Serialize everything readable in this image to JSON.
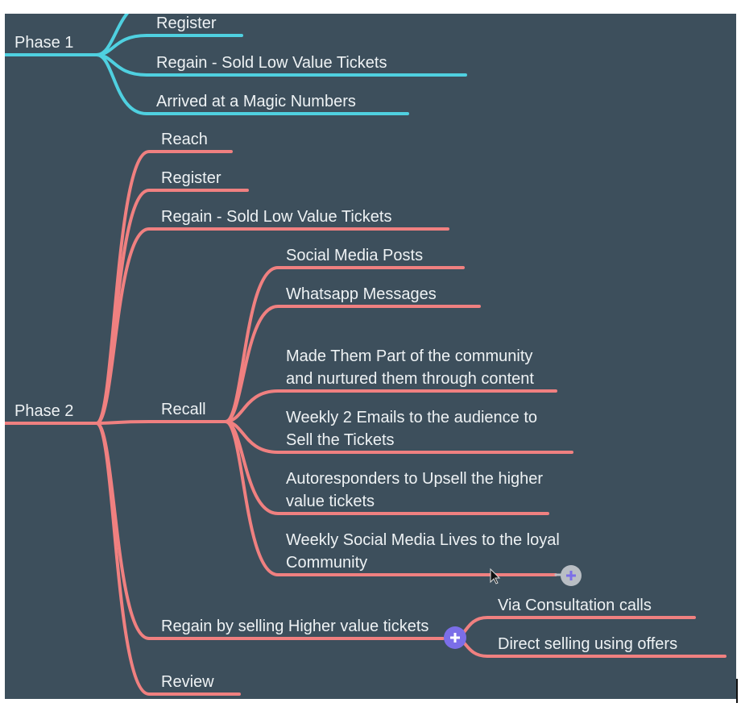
{
  "colors": {
    "background": "#3d4f5c",
    "phase1_branch": "#4fd0e0",
    "phase2_branch": "#f08080",
    "add_button": "#7b6ee8",
    "add_button_ghost": "#b9bec4"
  },
  "phase1": {
    "label": "Phase 1",
    "children": [
      "Register",
      "Regain - Sold Low Value Tickets",
      "Arrived at a Magic Numbers"
    ]
  },
  "phase2": {
    "label": "Phase 2",
    "children": [
      "Reach",
      "Register",
      "Regain - Sold Low Value Tickets",
      "Recall",
      "Regain by selling Higher value tickets",
      "Review"
    ],
    "recall_children": [
      "Social Media Posts",
      "Whatsapp Messages",
      "Made Them Part of the community and nurtured them through content",
      "Weekly 2 Emails to the audience to Sell the Tickets",
      "Autoresponders to Upsell the higher value tickets",
      "Weekly Social Media Lives to the loyal Community"
    ],
    "regain_children": [
      "Via Consultation calls",
      "Direct selling using offers"
    ]
  }
}
